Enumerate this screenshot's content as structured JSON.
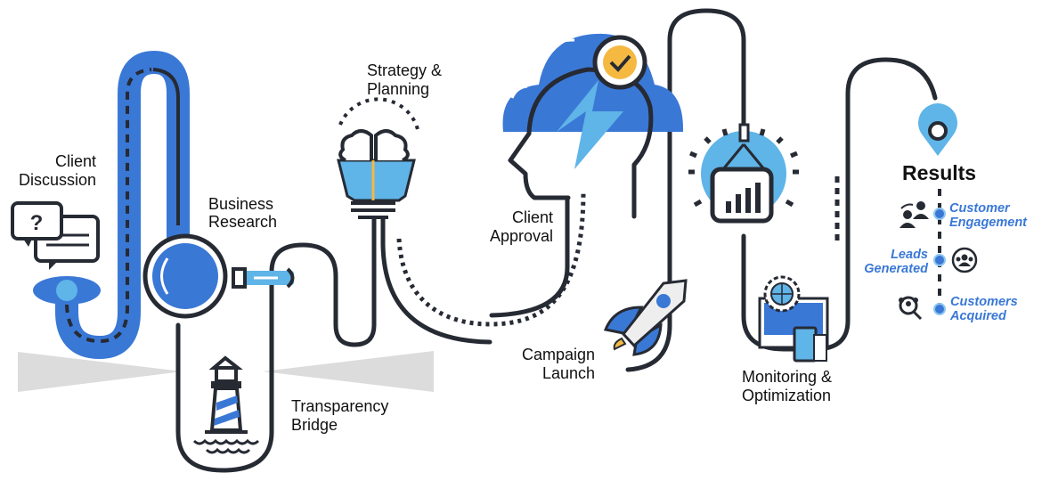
{
  "colors": {
    "primary_blue": "#3a78d6",
    "light_blue": "#5fb4e8",
    "dark": "#262a33",
    "accent_yellow": "#f5b942",
    "beam_gray": "#dcdcdc"
  },
  "steps": [
    {
      "line1": "Client",
      "line2": "Discussion",
      "icon": "speech-bubbles-icon"
    },
    {
      "line1": "Business",
      "line2": "Research",
      "icon": "magnifier-icon"
    },
    {
      "line1": "Transparency",
      "line2": "Bridge",
      "icon": "lighthouse-icon"
    },
    {
      "line1": "Strategy &",
      "line2": "Planning",
      "icon": "brain-bulb-icon"
    },
    {
      "line1": "Client",
      "line2": "Approval",
      "icon": "head-cloud-check-icon"
    },
    {
      "line1": "Campaign",
      "line2": "Launch",
      "icon": "rocket-icon"
    },
    {
      "line1": "Monitoring &",
      "line2": "Optimization",
      "icon": "devices-gear-icon"
    }
  ],
  "results": {
    "title": "Results",
    "items": [
      {
        "line1": "Customer",
        "line2": "Engagement",
        "icon": "user-exchange-icon"
      },
      {
        "line1": "Leads",
        "line2": "Generated",
        "icon": "target-group-icon"
      },
      {
        "line1": "Customers",
        "line2": "Acquired",
        "icon": "user-search-icon"
      }
    ]
  }
}
